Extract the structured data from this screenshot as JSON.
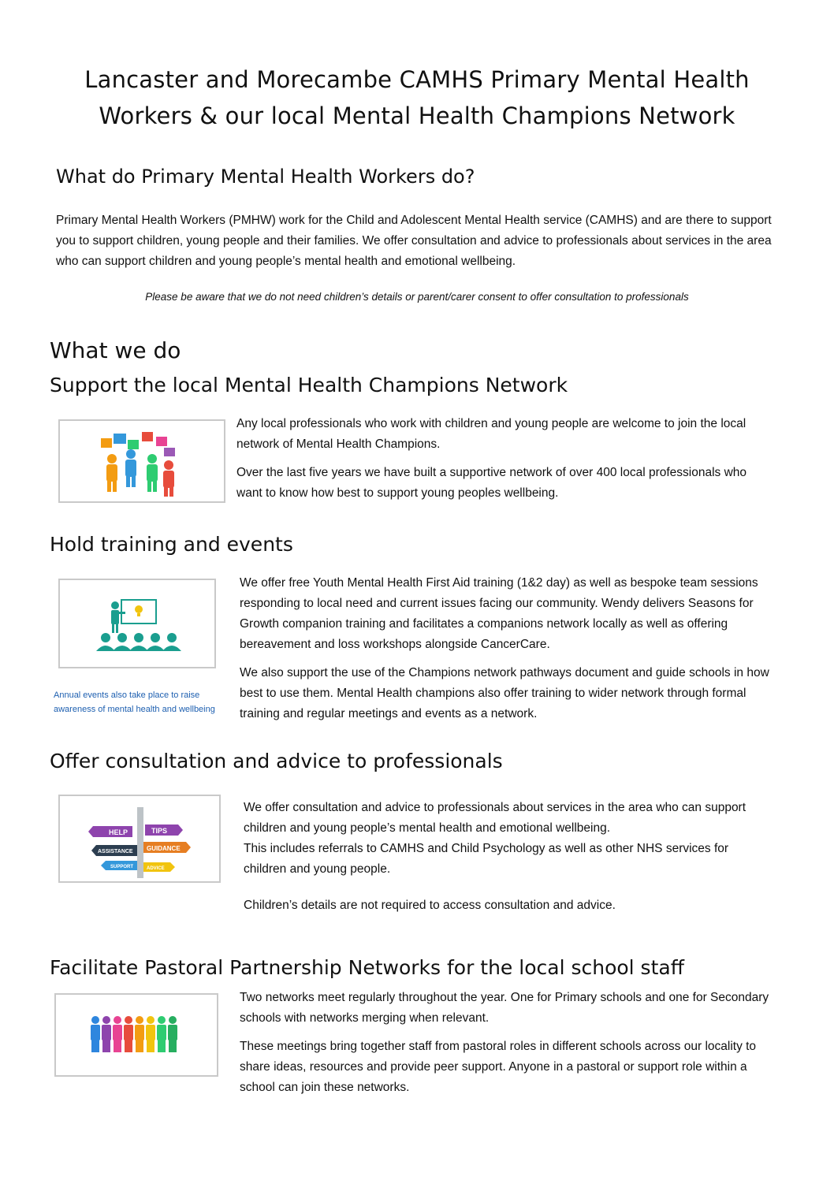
{
  "title": {
    "line1": "Lancaster and Morecambe CAMHS Primary Mental Health",
    "line2": "Workers & our local Mental Health Champions Network"
  },
  "pmhw": {
    "heading": "What do Primary Mental Health Workers do?",
    "body": "Primary Mental Health Workers (PMHW) work for the Child and Adolescent Mental Health service (CAMHS) and are there to support you to support children, young people and their families. We offer consultation and advice to professionals about services in the area who can support children and young people’s mental health and emotional wellbeing.",
    "note": "Please be aware that we do not need children’s details or parent/carer consent to offer consultation to professionals"
  },
  "what_we_do": "What we do",
  "sections": {
    "champions": {
      "heading": "Support the local Mental Health Champions Network",
      "p1": "Any local professionals who work with children and young people are welcome to join the local network of Mental Health Champions.",
      "p2": "Over the last five years we have built a supportive network of over 400 local professionals who want to know how best to support young peoples wellbeing."
    },
    "training": {
      "heading": "Hold training and events",
      "p1": "We offer free Youth Mental Health First Aid training (1&2 day) as well as bespoke team sessions responding to local need and current issues facing our community. Wendy delivers Seasons for Growth companion training and facilitates a companions network locally as well as offering bereavement and loss workshops alongside CancerCare.",
      "p2": "We also support the use of the Champions network pathways document and guide schools in how best to use them. Mental Health champions also offer training to wider network through formal training and regular meetings and events as a network.",
      "caption": "Annual events also take place to raise awareness of mental health and wellbeing"
    },
    "consultation": {
      "heading": "Offer consultation and advice to professionals",
      "p1a": "We offer consultation and advice to professionals about services in the area who can support children and young people’s mental health and emotional wellbeing.",
      "p1b": "This includes referrals to CAMHS and Child Psychology as well as other NHS services for children and young people.",
      "p2": "Children’s details are not required to access consultation and advice.",
      "signs": [
        "HELP",
        "TIPS",
        "ASSISTANCE",
        "GUIDANCE",
        "SUPPORT",
        "ADVICE"
      ]
    },
    "pastoral": {
      "heading": "Facilitate Pastoral Partnership Networks for the local school staff",
      "p1": "Two networks meet regularly throughout the year.  One for Primary schools and one for Secondary schools with networks merging when relevant.",
      "p2": "These meetings bring together staff from pastoral roles in different schools across our locality to share ideas, resources and provide peer support. Anyone in a pastoral or support role within a school can join these networks."
    }
  },
  "colors": {
    "teal": "#1a9e8f",
    "caption_blue": "#1d5fb0",
    "people": [
      "#2e86de",
      "#8e44ad",
      "#e84393",
      "#e74c3c",
      "#f39c12",
      "#f1c40f",
      "#2ecc71",
      "#27ae60"
    ]
  }
}
